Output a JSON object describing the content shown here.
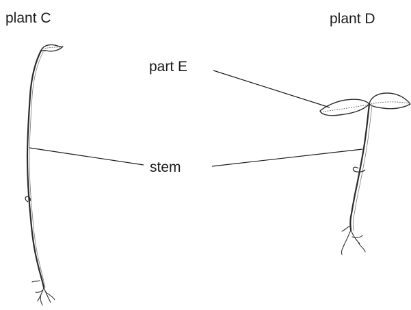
{
  "labels": {
    "plant_c": "plant C",
    "plant_d": "plant D",
    "part_e": "part E",
    "stem": "stem"
  }
}
